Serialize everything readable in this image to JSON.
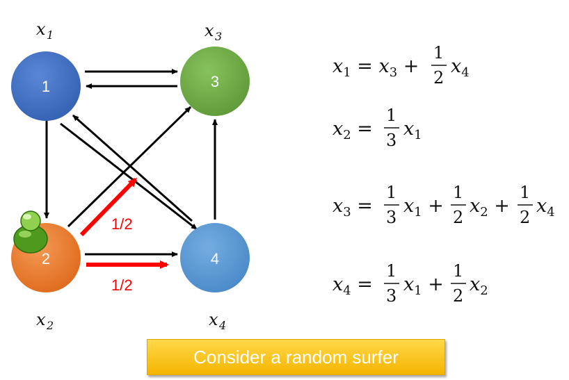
{
  "nodes": [
    {
      "id": "1",
      "label": "1",
      "var": "x",
      "sub": "1",
      "color": "#4472c4"
    },
    {
      "id": "2",
      "label": "2",
      "var": "x",
      "sub": "2",
      "color": "#ed7d31"
    },
    {
      "id": "3",
      "label": "3",
      "var": "x",
      "sub": "3",
      "color": "#70ad47"
    },
    {
      "id": "4",
      "label": "4",
      "var": "x",
      "sub": "4",
      "color": "#5b9bd5"
    }
  ],
  "edges": [
    {
      "from": "1",
      "to": "3"
    },
    {
      "from": "3",
      "to": "1"
    },
    {
      "from": "1",
      "to": "2"
    },
    {
      "from": "1",
      "to": "4"
    },
    {
      "from": "4",
      "to": "1"
    },
    {
      "from": "4",
      "to": "3"
    },
    {
      "from": "2",
      "to": "3",
      "highlight": true
    },
    {
      "from": "2",
      "to": "4",
      "highlight": true
    }
  ],
  "weights": {
    "w_2_3": "1/2",
    "w_2_4": "1/2"
  },
  "equations": {
    "one": "= 1",
    "half": "1",
    "two": "2",
    "three": "3",
    "plus": "+",
    "equals": "="
  },
  "highlight_color": "#ff0000",
  "button": {
    "label": "Consider a random surfer"
  },
  "surfer_icon": "person-icon"
}
